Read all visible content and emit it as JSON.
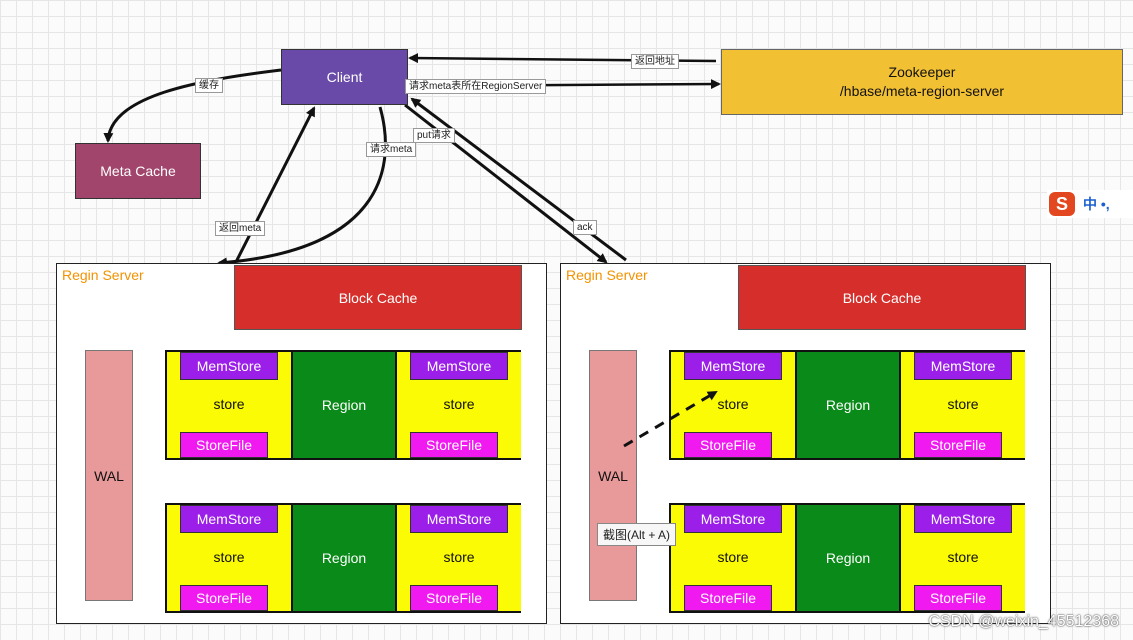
{
  "client": {
    "label": "Client"
  },
  "meta_cache": {
    "label": "Meta Cache"
  },
  "zookeeper": {
    "title": "Zookeeper",
    "path": "/hbase/meta-region-server"
  },
  "edges": {
    "cache": "缓存",
    "request_meta_server": "请求meta表所在RegionServer",
    "return_address": "返回地址",
    "request_meta": "请求meta",
    "return_meta": "返回meta",
    "put_request": "put请求",
    "ack": "ack"
  },
  "servers": [
    {
      "label": "Regin Server",
      "block_cache": "Block Cache",
      "wal": "WAL",
      "groups": [
        {
          "memstore_left": "MemStore",
          "store_left": "store",
          "storefile_left": "StoreFile",
          "region": "Region",
          "memstore_right": "MemStore",
          "store_right": "store",
          "storefile_right": "StoreFile"
        },
        {
          "memstore_left": "MemStore",
          "store_left": "store",
          "storefile_left": "StoreFile",
          "region": "Region",
          "memstore_right": "MemStore",
          "store_right": "store",
          "storefile_right": "StoreFile"
        }
      ]
    },
    {
      "label": "Regin Server",
      "block_cache": "Block Cache",
      "wal": "WAL",
      "groups": [
        {
          "memstore_left": "MemStore",
          "store_left": "store",
          "storefile_left": "StoreFile",
          "region": "Region",
          "memstore_right": "MemStore",
          "store_right": "store",
          "storefile_right": "StoreFile"
        },
        {
          "memstore_left": "MemStore",
          "store_left": "store",
          "storefile_left": "StoreFile",
          "region": "Region",
          "memstore_right": "MemStore",
          "store_right": "store",
          "storefile_right": "StoreFile"
        }
      ]
    }
  ],
  "ime": {
    "logo": "S",
    "text": "中 •,"
  },
  "tooltip": {
    "text": "截图(Alt + A)"
  },
  "watermark": {
    "text": "CSDN @weixin_45512368"
  },
  "colors": {
    "client": "#6a4aa8",
    "meta_cache": "#a2456c",
    "zookeeper": "#f2c033",
    "block_cache": "#d62f2b",
    "wal": "#e89999",
    "memstore": "#9b1fe8",
    "store": "#fbfb05",
    "region": "#0a8a18",
    "storefile": "#f01af0",
    "server_label": "#f29200"
  }
}
